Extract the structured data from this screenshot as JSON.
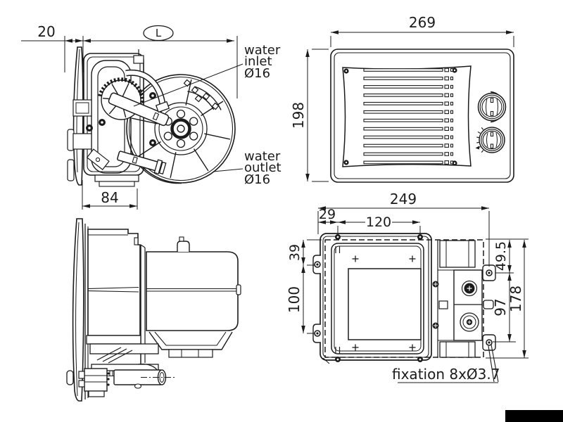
{
  "title": "heater blower unit technical drawing",
  "colors": {
    "background": "#ffffff",
    "line": "#1b1b1b",
    "watermark": "#000000"
  },
  "views": {
    "blower_front": {
      "dims": {
        "depth": "20",
        "length": "L",
        "body_width": "84"
      },
      "labels": {
        "water_inlet": {
          "line1": "water",
          "line2": "inlet",
          "line3": "Ø16"
        },
        "water_outlet": {
          "line1": "water",
          "line2": "outlet",
          "line3": "Ø16"
        }
      }
    },
    "front_panel": {
      "dims": {
        "width": "269",
        "height": "198"
      }
    },
    "side": {},
    "rear_mount": {
      "dims": {
        "overall_width": "249",
        "edge_to_hole": "29",
        "hole_spacing_h": "120",
        "top_to_hole": "39",
        "hole_spacing_v": "100",
        "top_to_side_hole": "49.5",
        "side_hole_spacing": "97",
        "overall_height": "178"
      },
      "note": "fixation 8xØ3.7"
    }
  }
}
